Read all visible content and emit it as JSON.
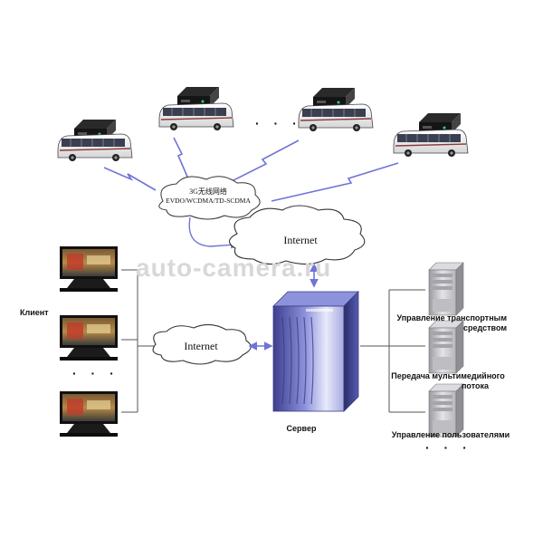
{
  "watermark": "auto-camera.ru",
  "clouds": {
    "wireless_line1": "3G无线网络",
    "wireless_line2": "EVDO/WCDMA/TD-SCDMA",
    "internet_top": "Internet",
    "internet_left": "Internet"
  },
  "labels": {
    "client": "Клиент",
    "server": "Сервер",
    "vehicle_mgmt_line1": "Управление транспортным",
    "vehicle_mgmt_line2": "средством",
    "multimedia_line1": "Передача мультимедийного",
    "multimedia_line2": "потока",
    "user_mgmt": "Управление пользователями"
  },
  "ellipsis": {
    "vehicles": "· · ·",
    "clients": "· · ·",
    "servers": "· · ·"
  },
  "colors": {
    "link": "#6f74d6",
    "connector": "#555555",
    "tower": "#7d83c7",
    "server_unit": "#c9c9cc"
  }
}
